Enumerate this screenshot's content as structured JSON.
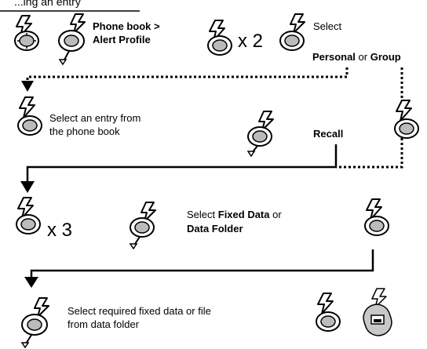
{
  "header_partial": "...ing an entry",
  "step1": {
    "menu_path_line1": "Phone book >",
    "menu_path_line2": "Alert Profile",
    "times": "x 2",
    "select": "Select",
    "choice_a": "Personal",
    "or": " or ",
    "choice_b": "Group"
  },
  "step2": {
    "line1": "Select an entry from",
    "line2": "the phone book",
    "recall": "Recall"
  },
  "step3": {
    "times": "x 3",
    "select": "Select ",
    "option_a": "Fixed Data",
    "or": " or",
    "option_b": "Data Folder"
  },
  "step4": {
    "line1": "Select required fixed data or file",
    "line2": "from data folder"
  },
  "icons": [
    "joystick-press-icon",
    "joystick-up-down-icon",
    "softkey-icon"
  ]
}
